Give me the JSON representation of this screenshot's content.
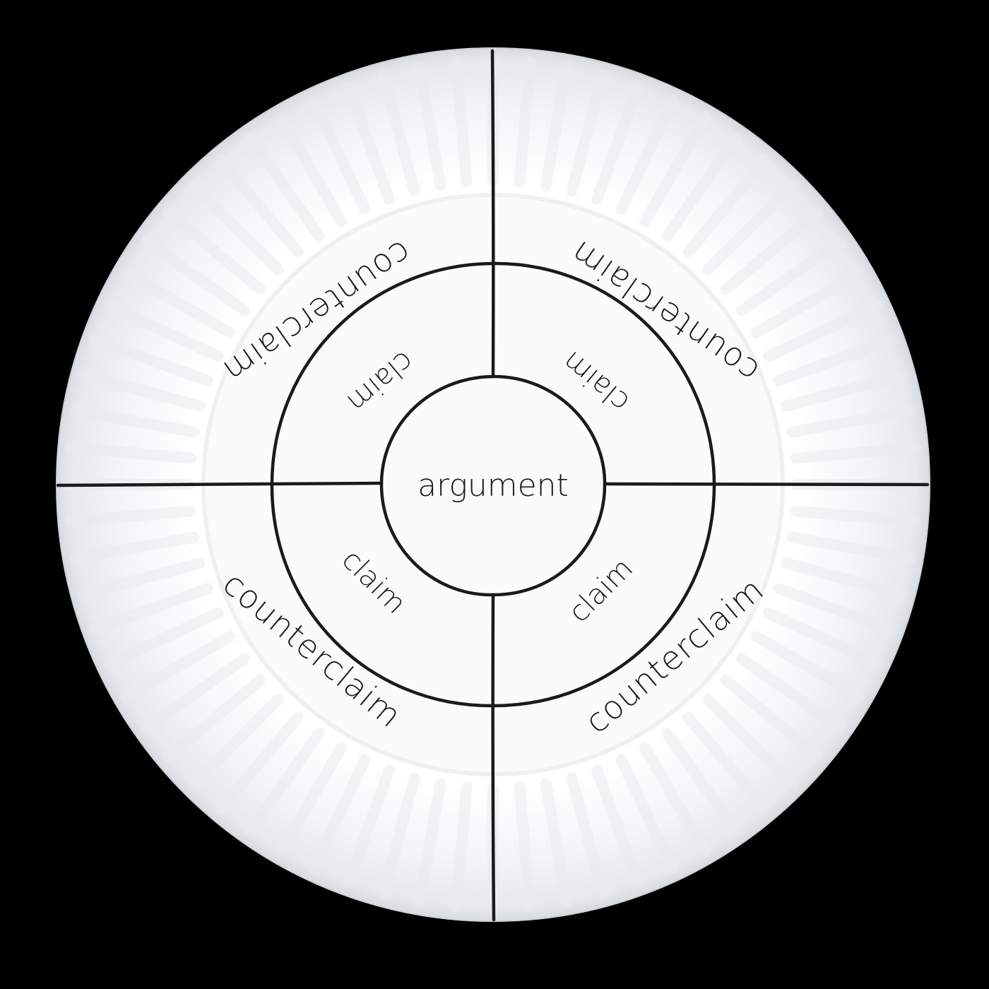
{
  "colors": {
    "background": "#000000",
    "plate": "#ffffff",
    "plate_rim_flute": "#e9ecef",
    "ink": "#1a1a1a"
  },
  "diagram": {
    "center": "argument",
    "claims": [
      "claim",
      "claim",
      "claim",
      "claim"
    ],
    "counterclaims": [
      "counterclaim",
      "counterclaim",
      "counterclaim",
      "counterclaim"
    ]
  }
}
